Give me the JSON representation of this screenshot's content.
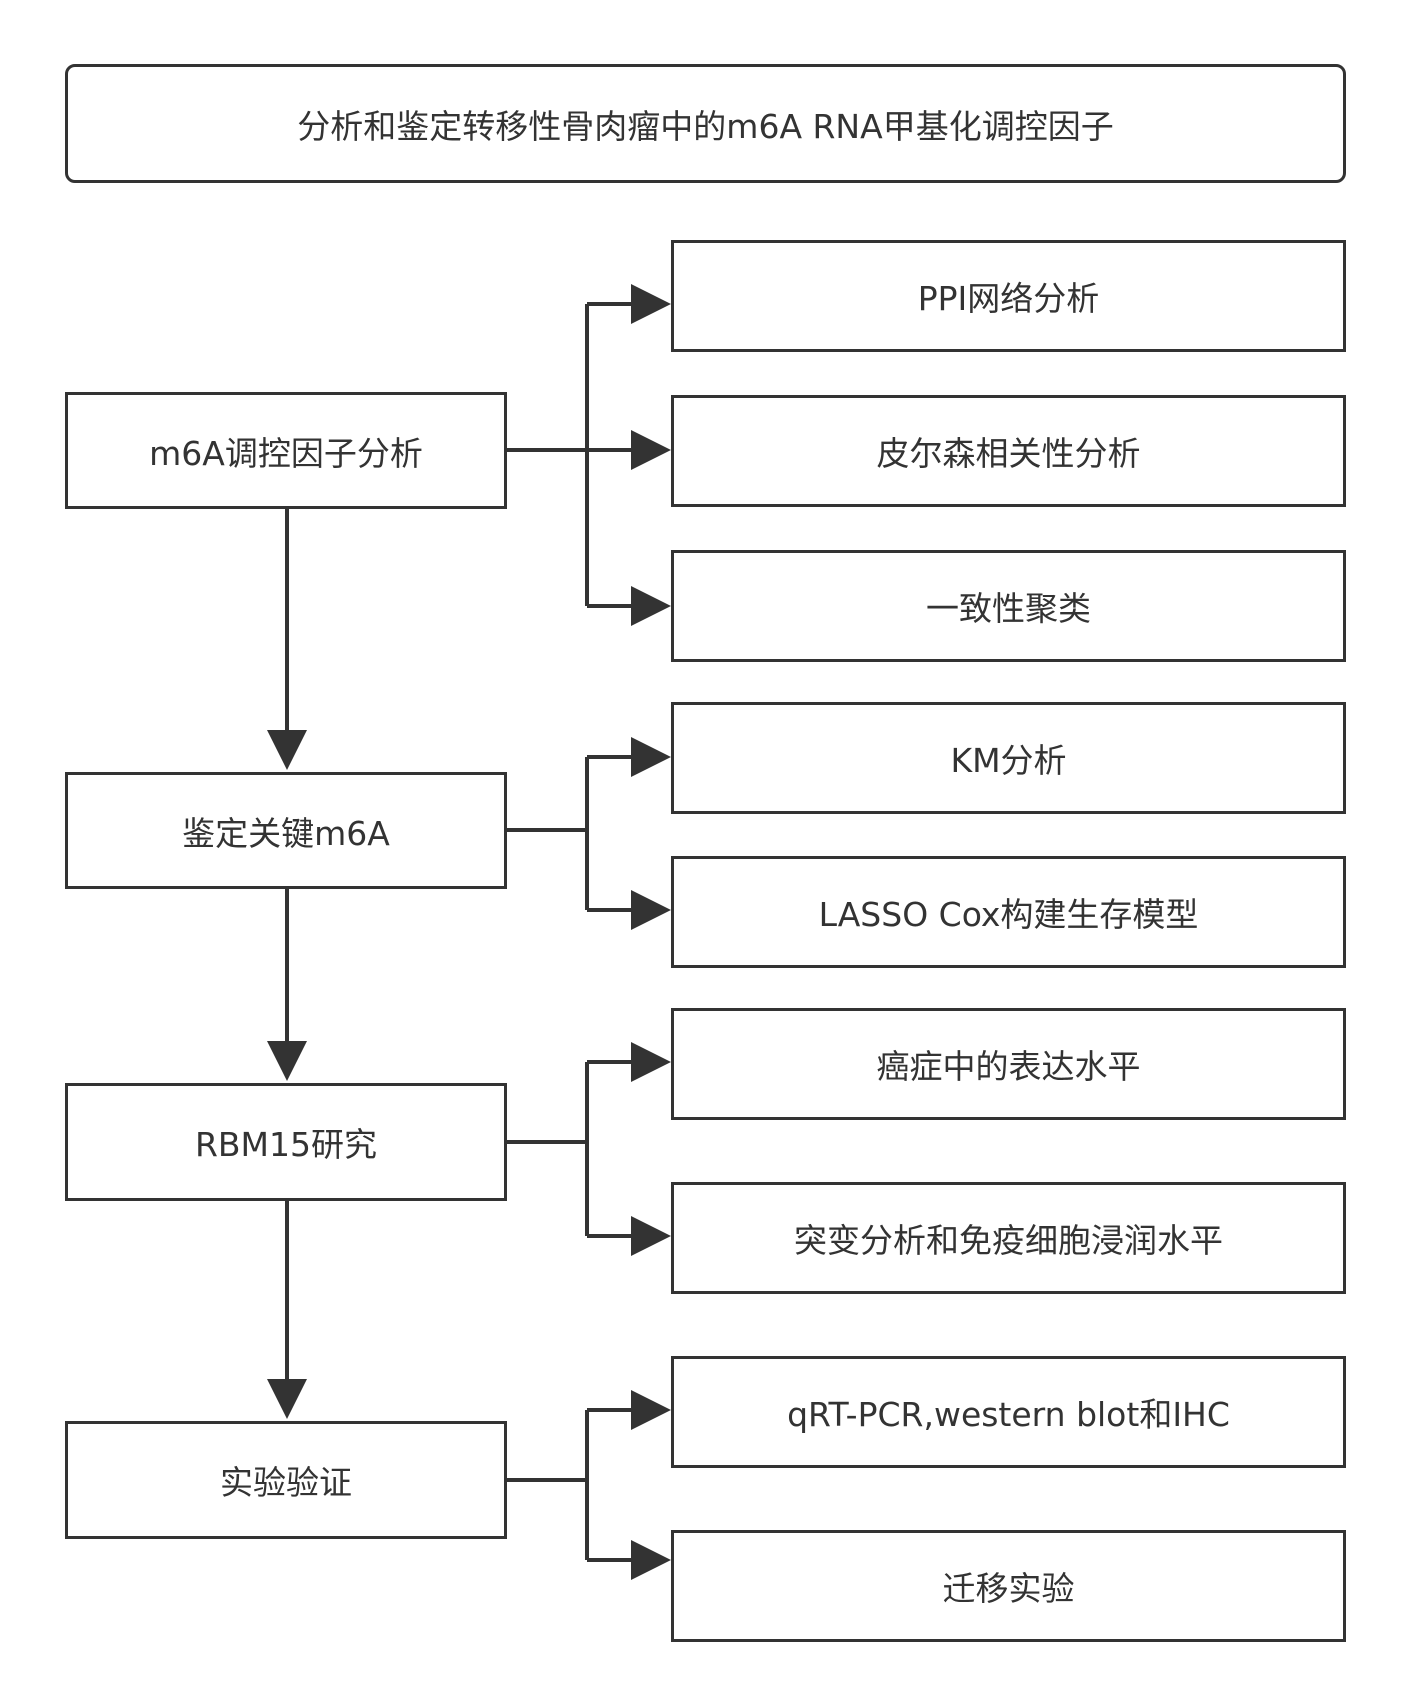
{
  "title": "分析和鉴定转移性骨肉瘤中的m6A RNA甲基化调控因子",
  "steps": [
    {
      "label": "m6A调控因子分析",
      "branches": [
        "PPI网络分析",
        "皮尔森相关性分析",
        "一致性聚类"
      ]
    },
    {
      "label": "鉴定关键m6A",
      "branches": [
        "KM分析",
        "LASSO Cox构建生存模型"
      ]
    },
    {
      "label": "RBM15研究",
      "branches": [
        "癌症中的表达水平",
        "突变分析和免疫细胞浸润水平"
      ]
    },
    {
      "label": "实验验证",
      "branches": [
        "qRT-PCR,western blot和IHC",
        "迁移实验"
      ]
    }
  ],
  "colors": {
    "line": "#333333",
    "background": "#ffffff"
  }
}
